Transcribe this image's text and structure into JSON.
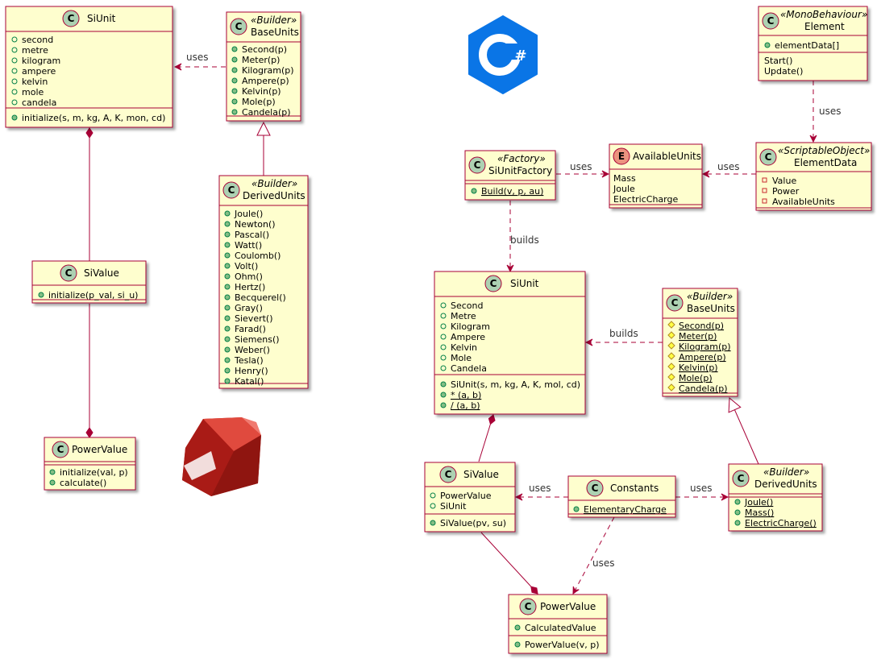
{
  "colors": {
    "box_fill": "#FEFECE",
    "border": "#A80036",
    "circle_class": "#ADD1B2",
    "circle_enum": "#EB937F",
    "public_marker": "#84BE84",
    "csharp_logo": "#0A75E6",
    "ruby_logo": "#C8261F"
  },
  "ruby": {
    "siunit": {
      "name": "SiUnit",
      "attrs": [
        "second",
        "metre",
        "kilogram",
        "ampere",
        "kelvin",
        "mole",
        "candela"
      ],
      "methods": [
        "initialize(s, m, kg, A, K, mon, cd)"
      ]
    },
    "baseunits": {
      "stereotype": "«Builder»",
      "name": "BaseUnits",
      "methods": [
        "Second(p)",
        "Meter(p)",
        "Kilogram(p)",
        "Ampere(p)",
        "Kelvin(p)",
        "Mole(p)",
        "Candela(p)"
      ]
    },
    "derivedunits": {
      "stereotype": "«Builder»",
      "name": "DerivedUnits",
      "methods": [
        "Joule()",
        "Newton()",
        "Pascal()",
        "Watt()",
        "Coulomb()",
        "Volt()",
        "Ohm()",
        "Hertz()",
        "Becquerel()",
        "Gray()",
        "Sievert()",
        "Farad()",
        "Siemens()",
        "Weber()",
        "Tesla()",
        "Henry()",
        "Katal()"
      ]
    },
    "sivalue": {
      "name": "SiValue",
      "methods": [
        "initialize(p_val, si_u)"
      ]
    },
    "powervalue": {
      "name": "PowerValue",
      "methods": [
        "initialize(val, p)",
        "calculate()"
      ]
    },
    "label_uses": "uses"
  },
  "csharp": {
    "element": {
      "stereotype": "«MonoBehaviour»",
      "name": "Element",
      "attrs": [
        "elementData[]"
      ],
      "methods": [
        "Start()",
        "Update()"
      ]
    },
    "elementdata": {
      "stereotype": "«ScriptableObject»",
      "name": "ElementData",
      "attrs": [
        "Value",
        "Power",
        "AvailableUnits"
      ]
    },
    "availableunits": {
      "name": "AvailableUnits",
      "enum_letter": "E",
      "values": [
        "Mass",
        "Joule",
        "ElectricCharge"
      ]
    },
    "siunitfactory": {
      "stereotype": "«Factory»",
      "name": "SiUnitFactory",
      "methods": [
        "Build(v, p, au)"
      ]
    },
    "siunit": {
      "name": "SiUnit",
      "attrs": [
        "Second",
        "Metre",
        "Kilogram",
        "Ampere",
        "Kelvin",
        "Mole",
        "Candela"
      ],
      "methods": [
        "SiUnit(s, m, kg, A, K, mol, cd)",
        "* (a, b)",
        "/ (a, b)"
      ]
    },
    "baseunits": {
      "stereotype": "«Builder»",
      "name": "BaseUnits",
      "methods": [
        "Second(p)",
        "Meter(p)",
        "Kilogram(p)",
        "Ampere(p)",
        "Kelvin(p)",
        "Mole(p)",
        "Candela(p)"
      ]
    },
    "derivedunits": {
      "stereotype": "«Builder»",
      "name": "DerivedUnits",
      "methods": [
        "Joule()",
        "Mass()",
        "ElectricCharge()"
      ]
    },
    "sivalue": {
      "name": "SiValue",
      "attrs": [
        "PowerValue",
        "SiUnit"
      ],
      "methods": [
        "SiValue(pv, su)"
      ]
    },
    "constants": {
      "name": "Constants",
      "attrs": [
        "ElementaryCharge"
      ]
    },
    "powervalue": {
      "name": "PowerValue",
      "attrs": [
        "CalculatedValue"
      ],
      "methods": [
        "PowerValue(v, p)"
      ]
    },
    "label_uses": "uses",
    "label_builds": "builds"
  },
  "class_letter": "C",
  "csharp_logo_text": "C#"
}
